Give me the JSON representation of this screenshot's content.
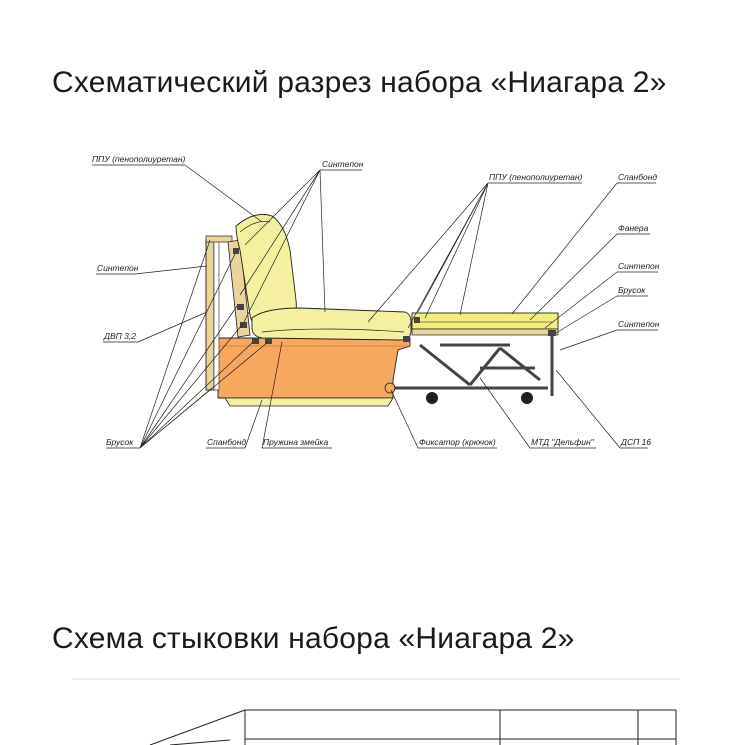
{
  "headings": {
    "section": "Схематический разрез набора «Ниагара 2»",
    "docking": "Схема стыковки набора «Ниагара 2»"
  },
  "labels": {
    "ppu_back": "ППУ (пенополиуретан)",
    "sintepon_top": "Синтепон",
    "ppu_seat": "ППУ (пенополиуретан)",
    "spanbond_right": "Спанбонд",
    "fanera": "Фанера",
    "sintepon_right_1": "Синтепон",
    "brusok_right": "Брусок",
    "sintepon_right_2": "Синтепон",
    "sintepon_left": "Синтепон",
    "dvp": "ДВП 3,2",
    "brusok_left": "Брусок",
    "spanbond_bottom": "Спанбонд",
    "spring": "Пружина змейка",
    "fixator": "Фиксатор (крючок)",
    "mechanism": "МТД \"Дельфин\"",
    "dsp": "ДСП 16"
  },
  "colors": {
    "foam": "#f4f0a0",
    "seat_foam": "#f2ee7c",
    "base": "#f7a85e",
    "frame": "#e9d49a",
    "outline": "#222222"
  }
}
